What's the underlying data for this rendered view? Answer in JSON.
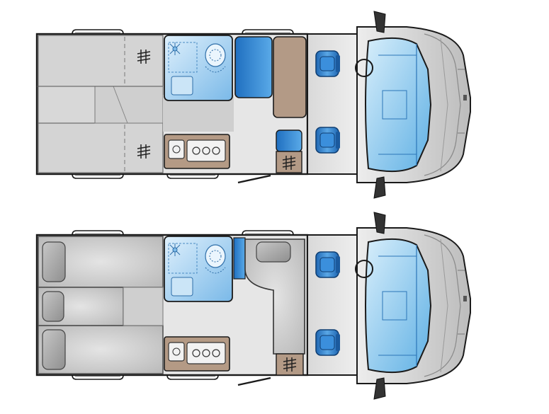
{
  "colors": {
    "outline": "#1a1a1a",
    "floor": "#dcdcdc",
    "bed": "#d3d3d3",
    "cushion": "#bdbdbd",
    "counter": "#b39a86",
    "bath": "#4aa0dc",
    "bath_light": "#bcdcf4",
    "seat": "#2f86d4",
    "seat_dark": "#1c5fa6",
    "glass": "#8ec8ec",
    "cab": "#c9c9c9",
    "window": "#e8e8e8"
  },
  "layouts": [
    {
      "id": "twin-single-beds",
      "zones": [
        "bed",
        "bed",
        "washroom",
        "wardrobe",
        "kitchen",
        "dinette",
        "cab"
      ],
      "icons": [
        "hatch-icon",
        "hatch-icon",
        "hatch-icon",
        "sink-icon",
        "hob-icon",
        "toilet-icon",
        "steering-wheel-icon",
        "mirror-icon",
        "mirror-icon"
      ]
    },
    {
      "id": "island-beds",
      "zones": [
        "bed",
        "bed",
        "bed",
        "washroom",
        "sofa",
        "kitchen",
        "dinette",
        "cab"
      ],
      "icons": [
        "pillow-icon",
        "pillow-icon",
        "pillow-icon",
        "pillow-icon",
        "sink-icon",
        "hob-icon",
        "toilet-icon",
        "hatch-icon",
        "steering-wheel-icon",
        "mirror-icon",
        "mirror-icon"
      ]
    }
  ]
}
